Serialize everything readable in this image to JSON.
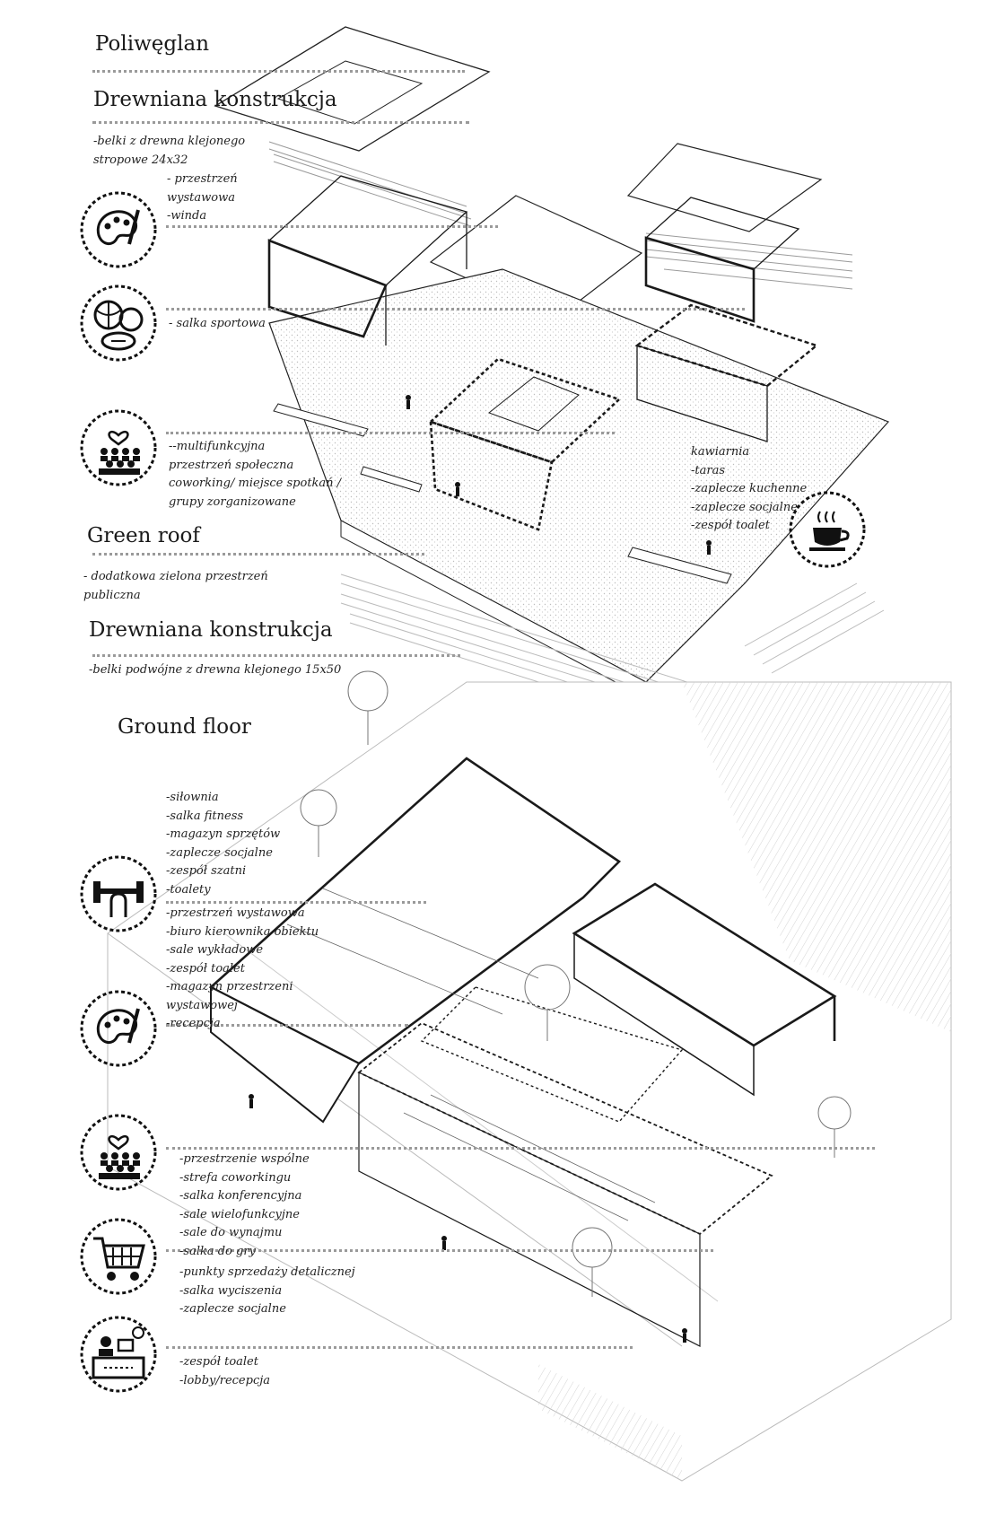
{
  "headings": {
    "poliweglan": "Poliwęglan",
    "drewniana_top": "Drewniana konstrukcja",
    "green_roof": "Green roof",
    "drewniana_bottom": "Drewniana konstrukcja",
    "ground_floor": "Ground floor"
  },
  "upper_notes": {
    "belki_stropowe": [
      "-belki  z drewna klejonego",
      "stropowe 24x32"
    ],
    "exhibition": [
      "- przestrzeń",
      "wystawowa",
      "-winda"
    ],
    "sports": [
      "- salka sportowa"
    ],
    "community": [
      "--multifunkcyjna",
      "przestrzeń społeczna",
      "coworking/ miejsce spotkań /",
      "grupy zorganizowane"
    ],
    "cafe": [
      "kawiarnia",
      "-taras",
      "-zaplecze kuchenne",
      "-zaplecze socjalne",
      "-zespół toalet"
    ],
    "green_roof": [
      "- dodatkowa zielona przestrzeń",
      "publiczna"
    ],
    "belki_podwojne": [
      "-belki podwójne z drewna klejonego 15x50"
    ]
  },
  "ground_notes": {
    "gym": [
      "-siłownia",
      "-salka fitness",
      "-magazyn sprzętów",
      "-zaplecze socjalne",
      "-zespół szatni",
      "-toalety"
    ],
    "exhibition": [
      "-przestrzeń wystawowa",
      "-biuro kierownika obiektu",
      "-sale wykładowe",
      "-zespół toalet",
      "-magazyn przestrzeni",
      "wystawowej",
      "-recepcja"
    ],
    "shared": [
      "-przestrzenie wspólne",
      "-strefa coworkingu",
      "-salka konferencyjna",
      "-sale wielofunkcyjne",
      "-sale do wynajmu",
      "-salka do gry"
    ],
    "retail": [
      "-punkty sprzedaży detalicznej",
      "-salka wyciszenia",
      "-zaplecze socjalne"
    ],
    "lobby": [
      "-zespół toalet",
      "-lobby/recepcja"
    ]
  },
  "icons": [
    "art-palette-icon",
    "sports-balls-icon",
    "community-people-icon",
    "coffee-cup-icon",
    "fitness-dumbbell-icon",
    "art-palette-icon",
    "community-people-icon",
    "shopping-cart-icon",
    "reception-desk-icon"
  ],
  "colors": {
    "ink": "#1a1a1a",
    "dotted_leader": "#9a9a9a",
    "hatch": "#cfcfcf"
  }
}
